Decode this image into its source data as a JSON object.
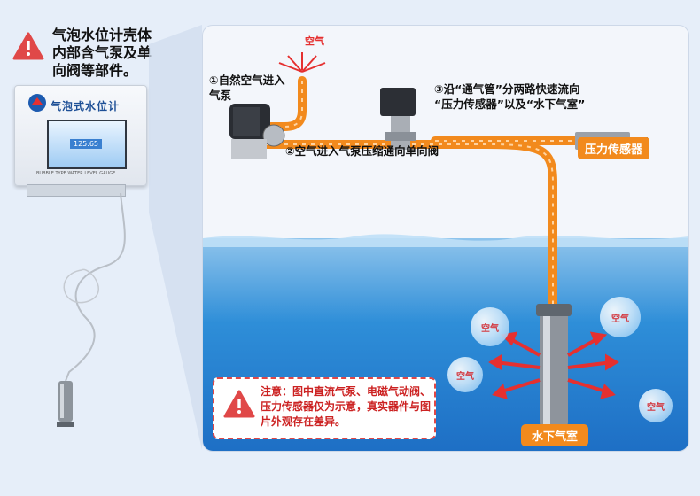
{
  "left_panel": {
    "warning_text": "气泡水位计壳体\n内部含气泵及单\n向阀等部件。",
    "device_title": "气泡式水位计",
    "device_reading": "125.65",
    "device_subtitle": "BUBBLE TYPE WATER LEVEL GAUGE"
  },
  "diagram": {
    "air_inlet": "空气",
    "step1": "①自然空气进入\n气泵",
    "step2": "②空气进入气泵压缩通向单向阀",
    "step3": "③沿“通气管”分两路快速流向\n“压力传感器”以及“水下气室”",
    "pressure_sensor": "压力传感器",
    "underwater_chamber": "水下气室",
    "bubbles": [
      "空气",
      "空气",
      "空气",
      "空气"
    ],
    "note": "注意：图中直流气泵、电磁气动阀、压力传感器仅为示意，真实器件与图片外观存在差异。"
  },
  "colors": {
    "tube": "#f28a1d",
    "warning_red": "#e04848",
    "water": "#2e8ed8"
  }
}
